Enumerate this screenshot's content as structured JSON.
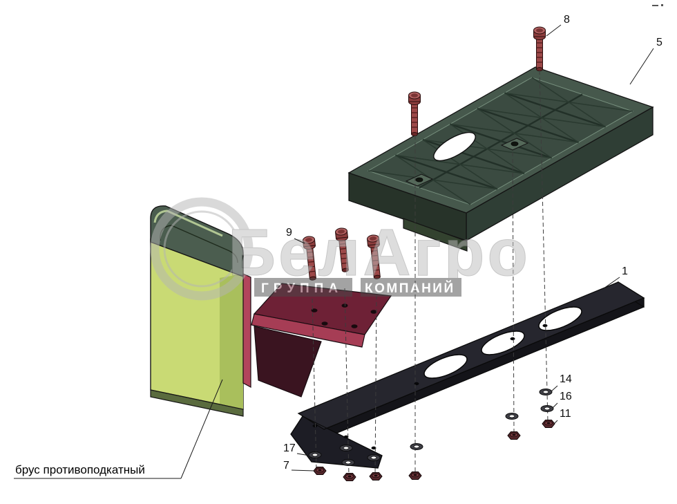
{
  "figure": {
    "part_label": "брус противоподкатный",
    "callouts": {
      "c1": "1",
      "c5": "5",
      "c7": "7",
      "c8": "8",
      "c9": "9",
      "c11": "11",
      "c14": "14",
      "c16": "16",
      "c17": "17"
    },
    "watermark": {
      "brand": "БелАгро",
      "tagline_word1": "ГРУППА",
      "tagline_word2": "КОМПАНИЙ"
    },
    "colors": {
      "beam-green": "#c9da74",
      "beam-green-shade": "#a9bf5c",
      "cap-green": "#4b5d4f",
      "tray-top": "#46584c",
      "tray-floor": "#3b4b41",
      "tray-wall": "#2f3e35",
      "crimson": "#a63d55",
      "maroon": "#6e2136",
      "bolt-red": "#9c4848",
      "part-dark": "#26262e",
      "watermark-gray": "#bdbdbd"
    }
  }
}
